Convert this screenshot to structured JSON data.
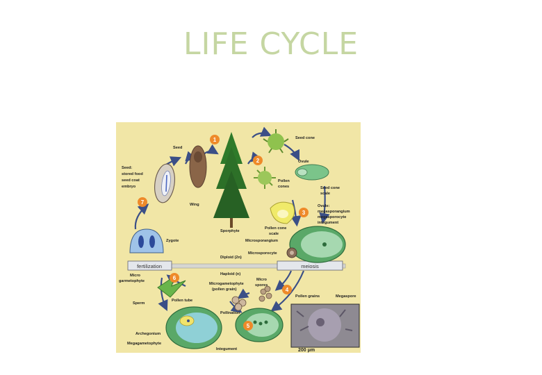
{
  "slide": {
    "title": "LIFE CYCLE"
  },
  "colors": {
    "title": "#c5d6a2",
    "figure_bg": "#f1e6a6",
    "step_badge": "#ee8a2a",
    "arrow": "#3b4f87",
    "tree": "#2f7a2a",
    "ovule_green": "#8cc77a",
    "band": "#d6d6d2"
  },
  "diagram": {
    "labels": {
      "seed": "Seed",
      "seed_detail_1": "Seed:",
      "seed_detail_2": "stored food",
      "seed_detail_3": "seed coat",
      "seed_detail_4": "embryo",
      "wing": "Wing",
      "sporophyte": "Sporphyte",
      "seed_cone": "Seed cone",
      "ovule": "Ovule",
      "seed_cone_scale_1": "Seed cone",
      "seed_cone_scale_2": "scale",
      "pollen_cones_1": "Pollen",
      "pollen_cones_2": "cones",
      "megasporangium_1": "Ovule:",
      "megasporangium_2": "megasporangium",
      "megasporangium_3": "megasporocyte",
      "megasporangium_4": "integument",
      "pollen_cone_scale_1": "Pollen cone",
      "pollen_cone_scale_2": "scale",
      "microsporangium": "Microsporangium",
      "microsporocyte": "Microsporocyte",
      "zygote": "Zygote",
      "fertilization": "fertilization",
      "meiosis": "meiosis",
      "diploid": "Diploid (2n)",
      "haploid": "Haploid (n)",
      "microgametophyte_1": "Micro",
      "microgametophyte_2": "garmetophyte",
      "microgametophyte_pollen_1": "Microgametophyte",
      "microgametophyte_pollen_2": "(pollen grain)",
      "micro_spores_1": "Micro",
      "micro_spores_2": "spores",
      "sperm": "Sperm",
      "pollen_tube": "Pollen tube",
      "pollination": "Pollination",
      "pollen_grains": "Pollen grains",
      "megaspore": "Megaspore",
      "archegonium": "Archegonium",
      "megagametophyte": "Megagametophyte",
      "integument": "Integument",
      "scale_bar": "200 μm"
    },
    "steps": [
      "1",
      "2",
      "3",
      "4",
      "5",
      "6",
      "7"
    ]
  }
}
